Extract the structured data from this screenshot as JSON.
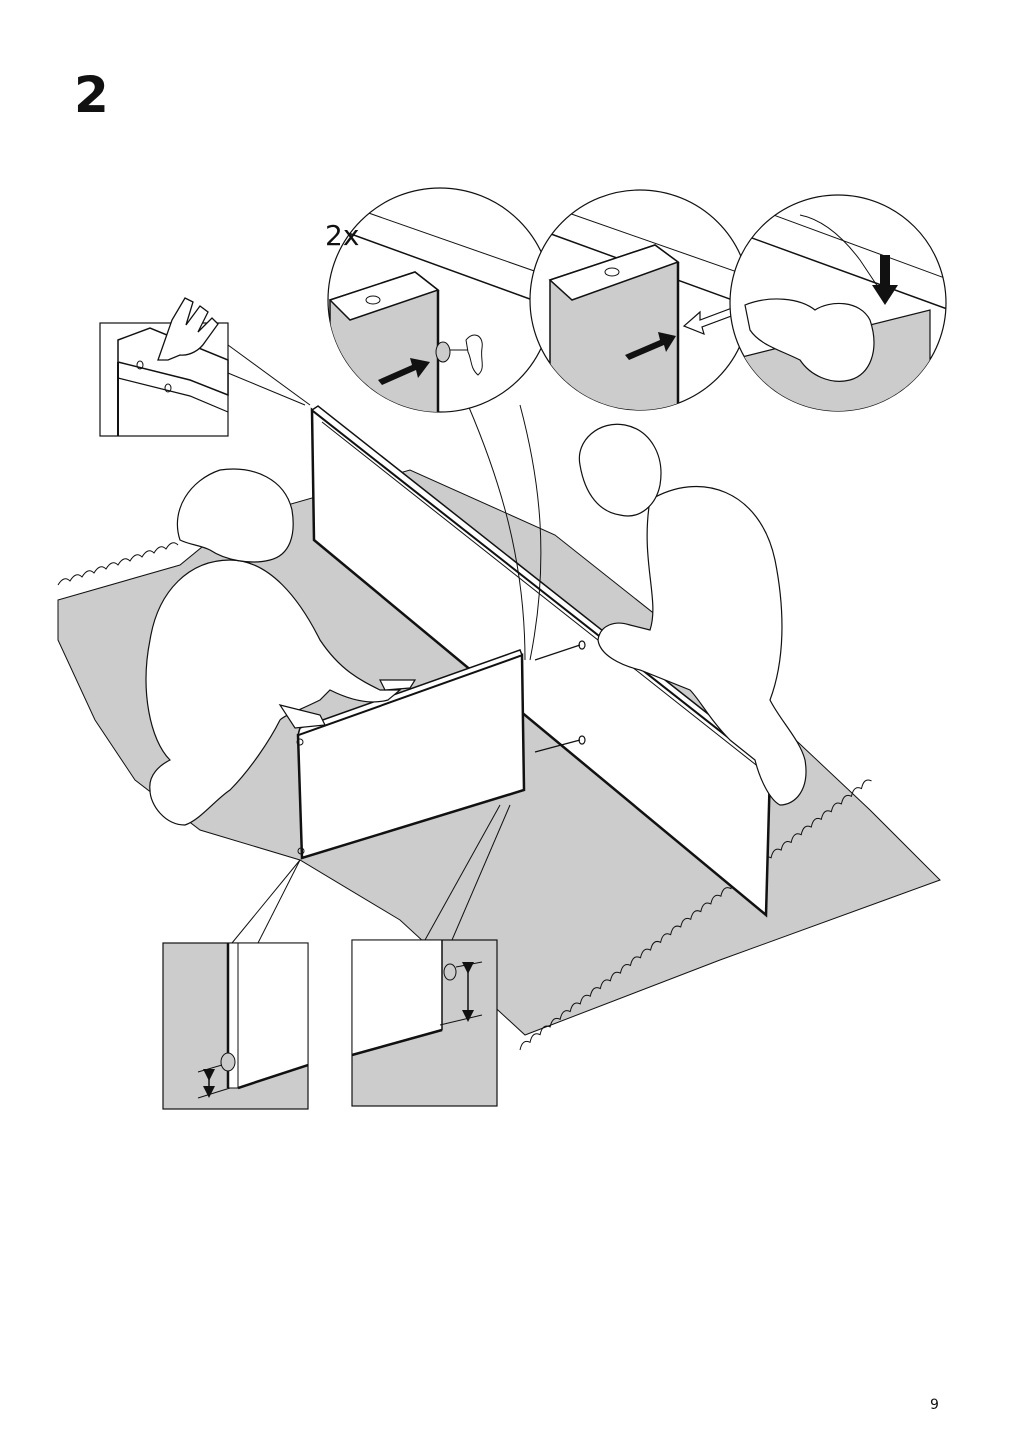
{
  "step": {
    "number": "2"
  },
  "detail": {
    "quantity_label": "2x"
  },
  "page": {
    "number": "9"
  },
  "colors": {
    "ink": "#111111",
    "floor": "#cccccc",
    "paper": "#ffffff"
  },
  "icons": [
    "pointing-hand-icon",
    "push-arrow-icon",
    "pull-arrow-icon",
    "press-down-arrow-icon",
    "measure-arrow-icon"
  ]
}
